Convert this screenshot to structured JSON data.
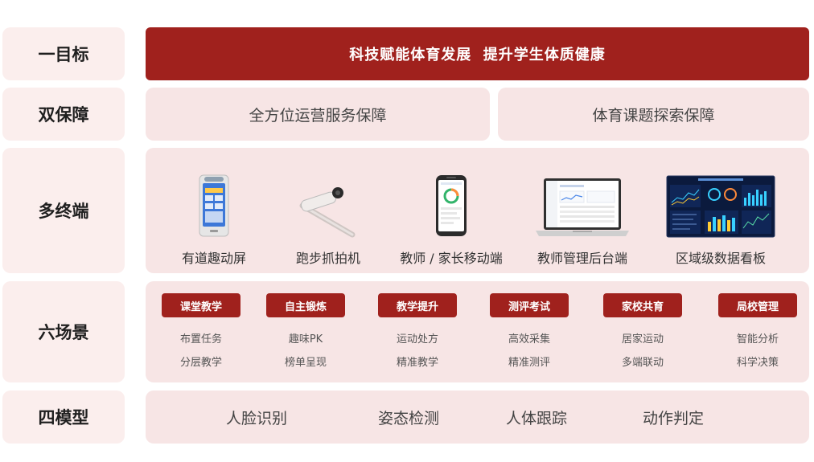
{
  "rows": {
    "goal": {
      "label": "一目标",
      "text": "科技赋能体育发展  提升学生体质健康"
    },
    "guarantee": {
      "label": "双保障",
      "items": [
        "全方位运营服务保障",
        "体育课题探索保障"
      ]
    },
    "terminals": {
      "label": "多终端",
      "items": [
        {
          "name": "有道趣动屏",
          "icon": "kiosk-device-icon"
        },
        {
          "name": "跑步抓拍机",
          "icon": "camera-device-icon"
        },
        {
          "name": "教师 / 家长移动端",
          "icon": "mobile-phone-icon"
        },
        {
          "name": "教师管理后台端",
          "icon": "laptop-icon"
        },
        {
          "name": "区域级数据看板",
          "icon": "dashboard-screen-icon"
        }
      ]
    },
    "scenes": {
      "label": "六场景",
      "items": [
        {
          "title": "课堂教学",
          "points": [
            "布置任务",
            "分层教学"
          ]
        },
        {
          "title": "自主锻炼",
          "points": [
            "趣味PK",
            "榜单呈现"
          ]
        },
        {
          "title": "教学提升",
          "points": [
            "运动处方",
            "精准教学"
          ]
        },
        {
          "title": "测评考试",
          "points": [
            "高效采集",
            "精准测评"
          ]
        },
        {
          "title": "家校共育",
          "points": [
            "居家运动",
            "多端联动"
          ]
        },
        {
          "title": "局校管理",
          "points": [
            "智能分析",
            "科学决策"
          ]
        }
      ]
    },
    "models": {
      "label": "四模型",
      "items": [
        "人脸识别",
        "姿态检测",
        "人体跟踪",
        "动作判定"
      ]
    }
  },
  "colors": {
    "accent": "#a0211d",
    "panel": "#f7e5e5",
    "label_bg": "#fbeeed"
  }
}
